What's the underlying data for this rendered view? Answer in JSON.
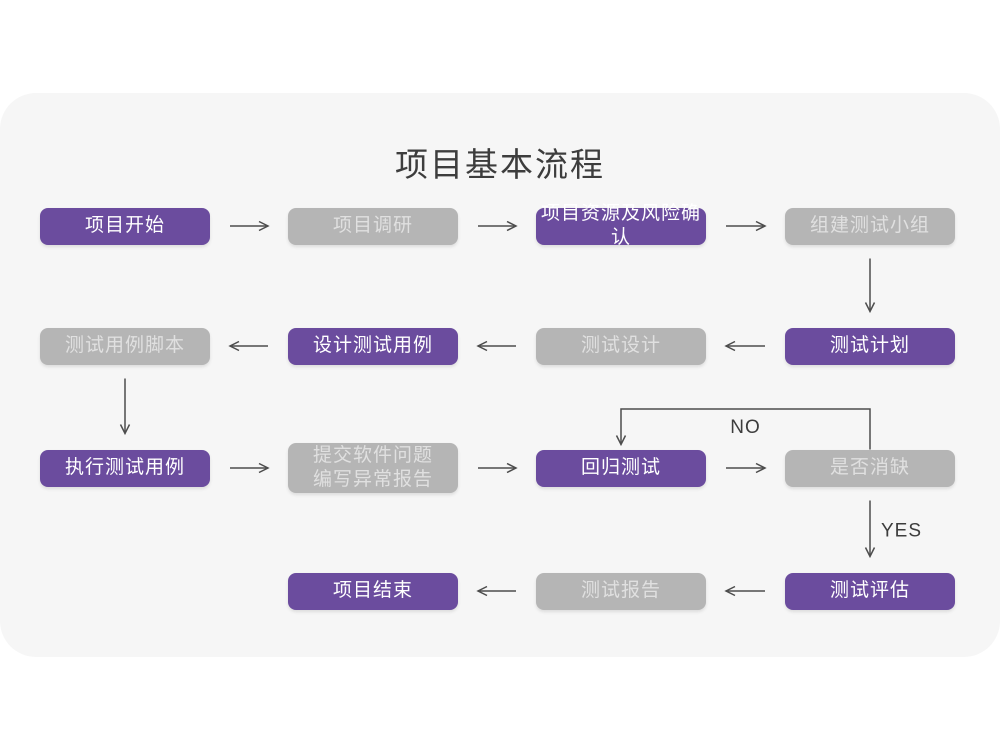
{
  "title": "项目基本流程",
  "colors": {
    "page_background": "#ffffff",
    "card_background": "#f6f6f6",
    "purple": "#6b4c9e",
    "gray": "#b5b5b5",
    "purple_text": "#ffffff",
    "gray_text": "#e0e0e0",
    "line": "#4d4d4d",
    "label_text": "#3d3d3d"
  },
  "flow": {
    "nodes": [
      {
        "id": "project-start",
        "label": "项目开始",
        "variant": "purple",
        "col": 0,
        "row": 0
      },
      {
        "id": "project-research",
        "label": "项目调研",
        "variant": "gray",
        "col": 1,
        "row": 0
      },
      {
        "id": "resources-risk",
        "label": "项目资源及风险确认",
        "variant": "purple",
        "col": 2,
        "row": 0
      },
      {
        "id": "build-test-team",
        "label": "组建测试小组",
        "variant": "gray",
        "col": 3,
        "row": 0
      },
      {
        "id": "test-case-script",
        "label": "测试用例脚本",
        "variant": "gray",
        "col": 0,
        "row": 1
      },
      {
        "id": "design-test-case",
        "label": "设计测试用例",
        "variant": "purple",
        "col": 1,
        "row": 1
      },
      {
        "id": "test-design",
        "label": "测试设计",
        "variant": "gray",
        "col": 2,
        "row": 1
      },
      {
        "id": "test-plan",
        "label": "测试计划",
        "variant": "purple",
        "col": 3,
        "row": 1
      },
      {
        "id": "execute-test-case",
        "label": "执行测试用例",
        "variant": "purple",
        "col": 0,
        "row": 2
      },
      {
        "id": "submit-issue-report",
        "label": "提交软件问题\n编写异常报告",
        "variant": "gray",
        "col": 1,
        "row": 2
      },
      {
        "id": "regression-test",
        "label": "回归测试",
        "variant": "purple",
        "col": 2,
        "row": 2
      },
      {
        "id": "defect-cleared",
        "label": "是否消缺",
        "variant": "gray",
        "col": 3,
        "row": 2
      },
      {
        "id": "project-end",
        "label": "项目结束",
        "variant": "purple",
        "col": 1,
        "row": 3
      },
      {
        "id": "test-report",
        "label": "测试报告",
        "variant": "gray",
        "col": 2,
        "row": 3
      },
      {
        "id": "test-evaluation",
        "label": "测试评估",
        "variant": "purple",
        "col": 3,
        "row": 3
      }
    ],
    "connections": [
      {
        "from": "project-start",
        "to": "project-research",
        "type": "h"
      },
      {
        "from": "project-research",
        "to": "resources-risk",
        "type": "h"
      },
      {
        "from": "resources-risk",
        "to": "build-test-team",
        "type": "h"
      },
      {
        "from": "build-test-team",
        "to": "test-plan",
        "type": "v"
      },
      {
        "from": "test-plan",
        "to": "test-design",
        "type": "h"
      },
      {
        "from": "test-design",
        "to": "design-test-case",
        "type": "h"
      },
      {
        "from": "design-test-case",
        "to": "test-case-script",
        "type": "h"
      },
      {
        "from": "test-case-script",
        "to": "execute-test-case",
        "type": "v"
      },
      {
        "from": "execute-test-case",
        "to": "submit-issue-report",
        "type": "h"
      },
      {
        "from": "submit-issue-report",
        "to": "regression-test",
        "type": "h"
      },
      {
        "from": "regression-test",
        "to": "defect-cleared",
        "type": "h"
      },
      {
        "from": "defect-cleared",
        "to": "regression-test",
        "type": "loop-top",
        "label": "NO"
      },
      {
        "from": "defect-cleared",
        "to": "test-evaluation",
        "type": "v",
        "label": "YES"
      },
      {
        "from": "test-evaluation",
        "to": "test-report",
        "type": "h"
      },
      {
        "from": "test-report",
        "to": "project-end",
        "type": "h"
      }
    ]
  }
}
